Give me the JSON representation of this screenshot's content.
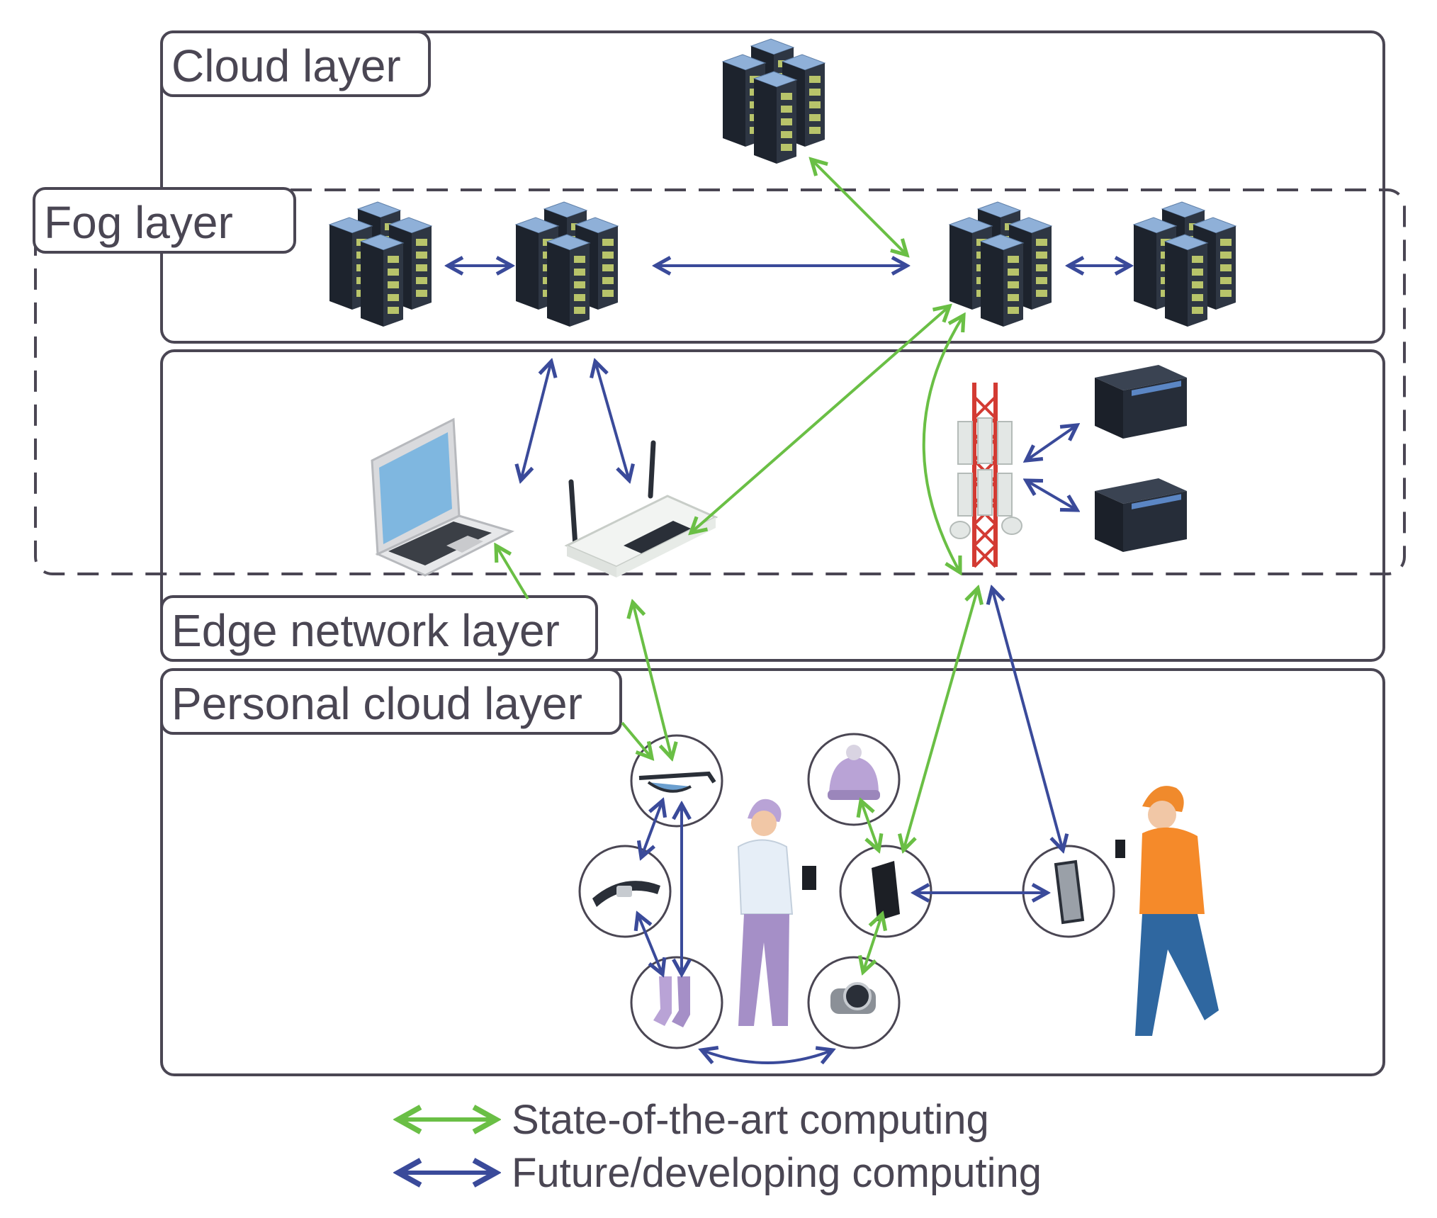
{
  "layers": {
    "cloud": "Cloud layer",
    "fog": "Fog layer",
    "edge": "Edge network layer",
    "personal": "Personal cloud layer"
  },
  "legend": {
    "state_of_the_art": "State-of-the-art computing",
    "future": "Future/developing computing"
  },
  "colors": {
    "green": "#6abf45",
    "blue": "#3a4a9a",
    "frame": "#4a4653",
    "server_top": "#8fb0d8",
    "server_side": "#1d232d",
    "server_led": "#b8c46a"
  },
  "icons": {
    "cloud_servers": "server-rack-icon",
    "laptop": "laptop-icon",
    "router": "wifi-router-icon",
    "tower": "cell-tower-icon",
    "nas": "nas-storage-icon",
    "glasses": "smart-glasses-icon",
    "hat": "smart-hat-icon",
    "belt": "chest-strap-icon",
    "phone": "smartphone-icon",
    "tablet": "tablet-icon",
    "socks": "smart-socks-icon",
    "watch": "smartwatch-icon",
    "woman": "woman-figure-icon",
    "man": "man-figure-icon"
  }
}
